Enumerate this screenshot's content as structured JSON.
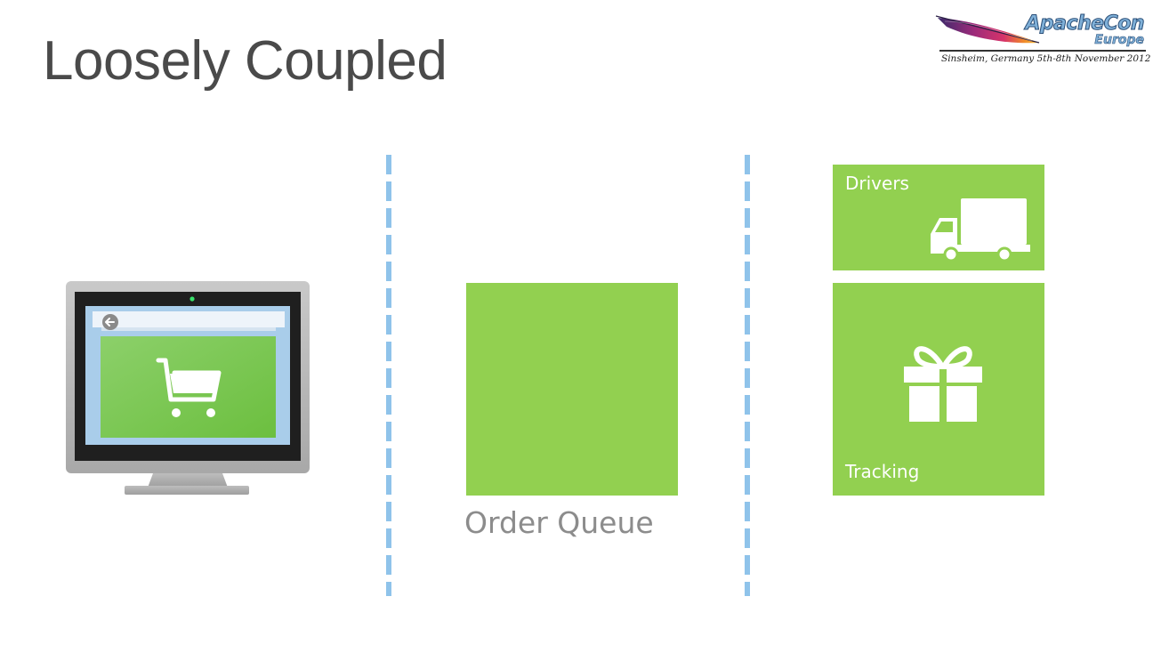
{
  "slide": {
    "title": "Loosely Coupled"
  },
  "logo": {
    "brand": "ApacheCon",
    "region": "Europe",
    "tagline": "Sinsheim, Germany 5th-8th November 2012"
  },
  "order_queue": {
    "caption": "Order Queue"
  },
  "tiles": {
    "drivers": {
      "label": "Drivers",
      "icon": "truck-icon"
    },
    "tracking": {
      "label": "Tracking",
      "icon": "gift-icon"
    }
  },
  "storefront": {
    "icons": [
      "monitor-icon",
      "back-arrow-icon",
      "shopping-cart-icon"
    ]
  },
  "colors": {
    "tile_green": "#92d050",
    "divider_blue": "#8fc3ea",
    "title_gray": "#4a4a4a",
    "caption_gray": "#8c8c8c"
  }
}
